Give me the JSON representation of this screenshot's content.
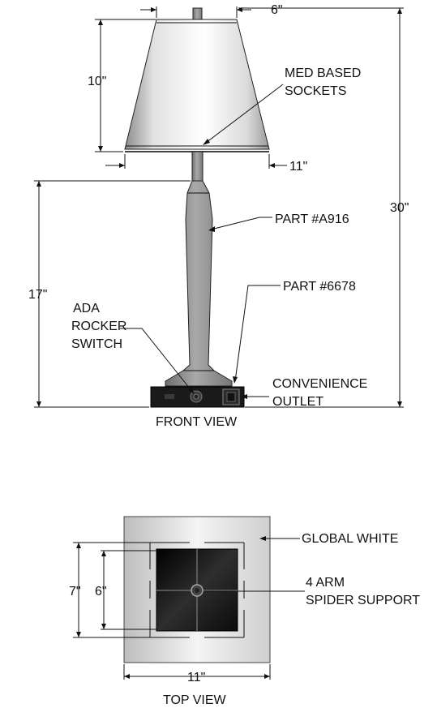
{
  "front_view": {
    "title": "FRONT VIEW",
    "dims": {
      "shade_top": "6\"",
      "shade_height": "10\"",
      "shade_bottom": "11\"",
      "base_height": "17\"",
      "overall_height": "30\""
    },
    "callouts": {
      "sockets_1": "MED BASED",
      "sockets_2": "SOCKETS",
      "part_a916": "PART #A916",
      "part_6678": "PART #6678",
      "switch_1": "ADA",
      "switch_2": "ROCKER",
      "switch_3": "SWITCH",
      "outlet_1": "CONVENIENCE",
      "outlet_2": "OUTLET"
    }
  },
  "top_view": {
    "title": "TOP VIEW",
    "dims": {
      "outer": "7\"",
      "inner": "6\"",
      "width": "11\""
    },
    "callouts": {
      "finish": "GLOBAL WHITE",
      "spider_1": "4 ARM",
      "spider_2": "SPIDER SUPPORT"
    }
  },
  "colors": {
    "line": "#111111",
    "base": "#1a1a1a",
    "shade_top_view": "#e8e8e8"
  }
}
